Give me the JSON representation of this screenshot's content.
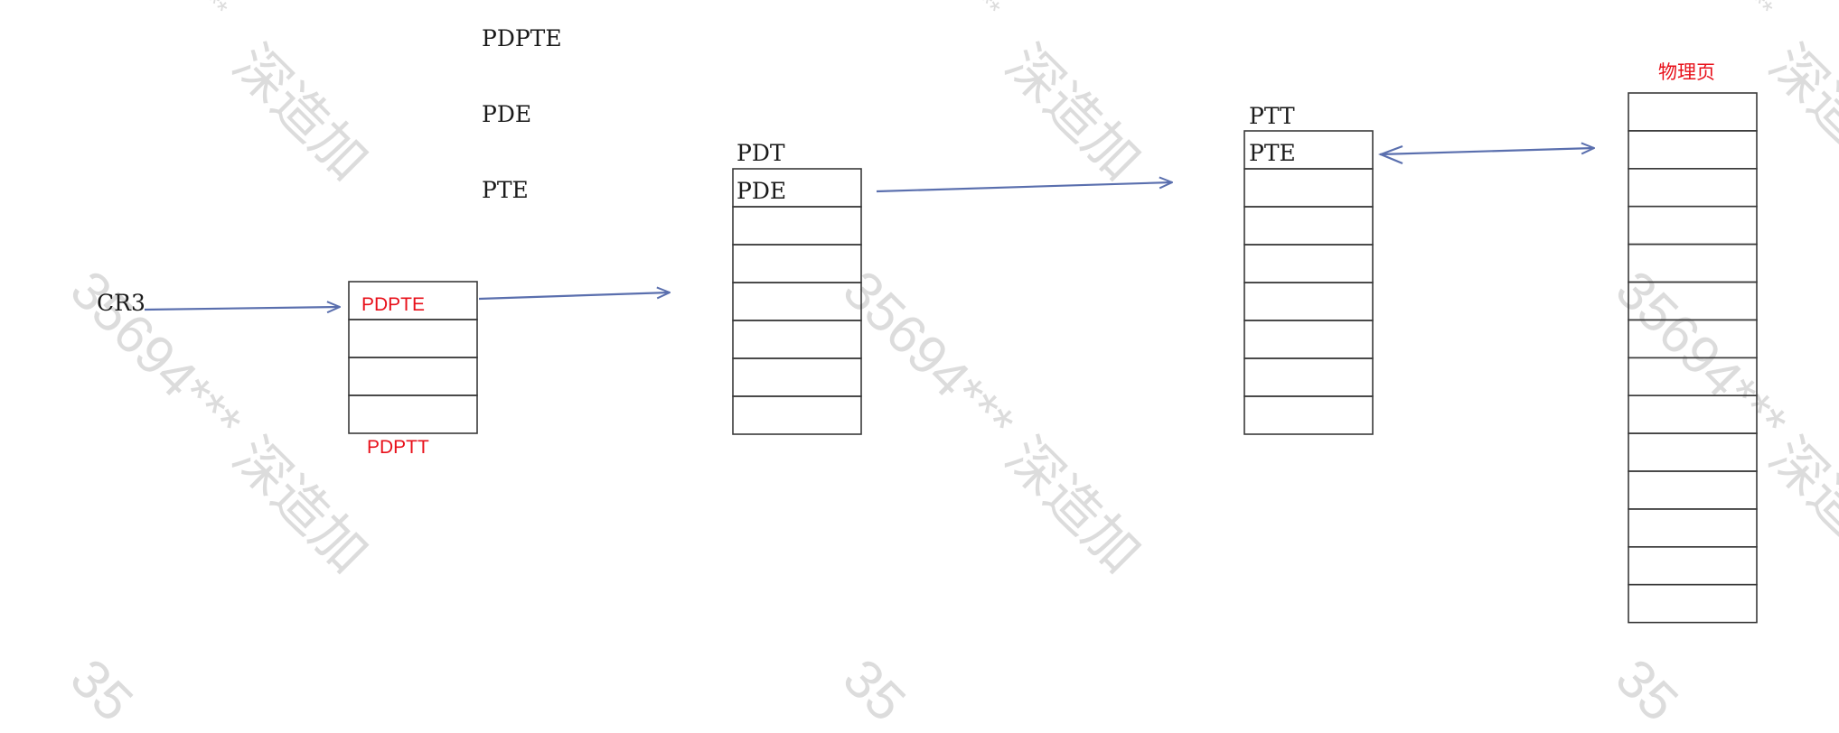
{
  "legend": {
    "pdpte": "PDPTE",
    "pde": "PDE",
    "pte": "PTE"
  },
  "cr3": {
    "label": "CR3"
  },
  "pdptt": {
    "entry_label": "PDPTE",
    "table_label": "PDPTT",
    "rows": 4
  },
  "pdt": {
    "title": "PDT",
    "entry_label": "PDE",
    "rows": 7
  },
  "ptt": {
    "title": "PTT",
    "entry_label": "PTE",
    "rows": 8
  },
  "physical_page": {
    "title": "物理页",
    "rows": 14
  },
  "watermark": {
    "text_cn": "深造加",
    "text_num": "35694***",
    "text_partial": "35"
  },
  "colors": {
    "arrow": "#5a6fae",
    "red_text": "#e8101a",
    "line": "#3a3a3a",
    "watermark": "#dcdcdc"
  }
}
